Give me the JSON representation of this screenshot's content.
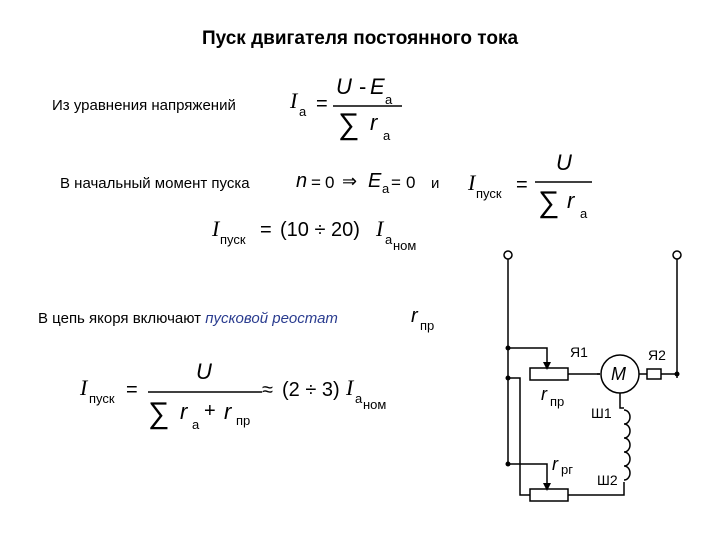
{
  "title": "Пуск двигателя постоянного тока",
  "line1": {
    "text": "Из уравнения напряжений"
  },
  "line2": {
    "text": "В начальный момент пуска",
    "conj": "и"
  },
  "line3": {
    "text_before": "В цепь якоря включают",
    "link": "пусковой реостат"
  },
  "formula": {
    "I": "I",
    "a": "а",
    "U": "U",
    "E": "E",
    "r": "r",
    "n": "n",
    "minus": "-",
    "eq": "=",
    "sigma": "∑",
    "zero": "0",
    "implies": "⇒",
    "approx": "≈",
    "pusk": "пуск",
    "nom": "ном",
    "pr": "пр",
    "rg": "рг",
    "range1": "(10 ÷ 20)",
    "range2": "(2 ÷ 3)"
  },
  "circuit": {
    "ya1": "Я1",
    "ya2": "Я2",
    "motor": "М",
    "sh1": "Ш1",
    "sh2": "Ш2",
    "r": "r",
    "pr": "пр",
    "rg": "рг"
  }
}
